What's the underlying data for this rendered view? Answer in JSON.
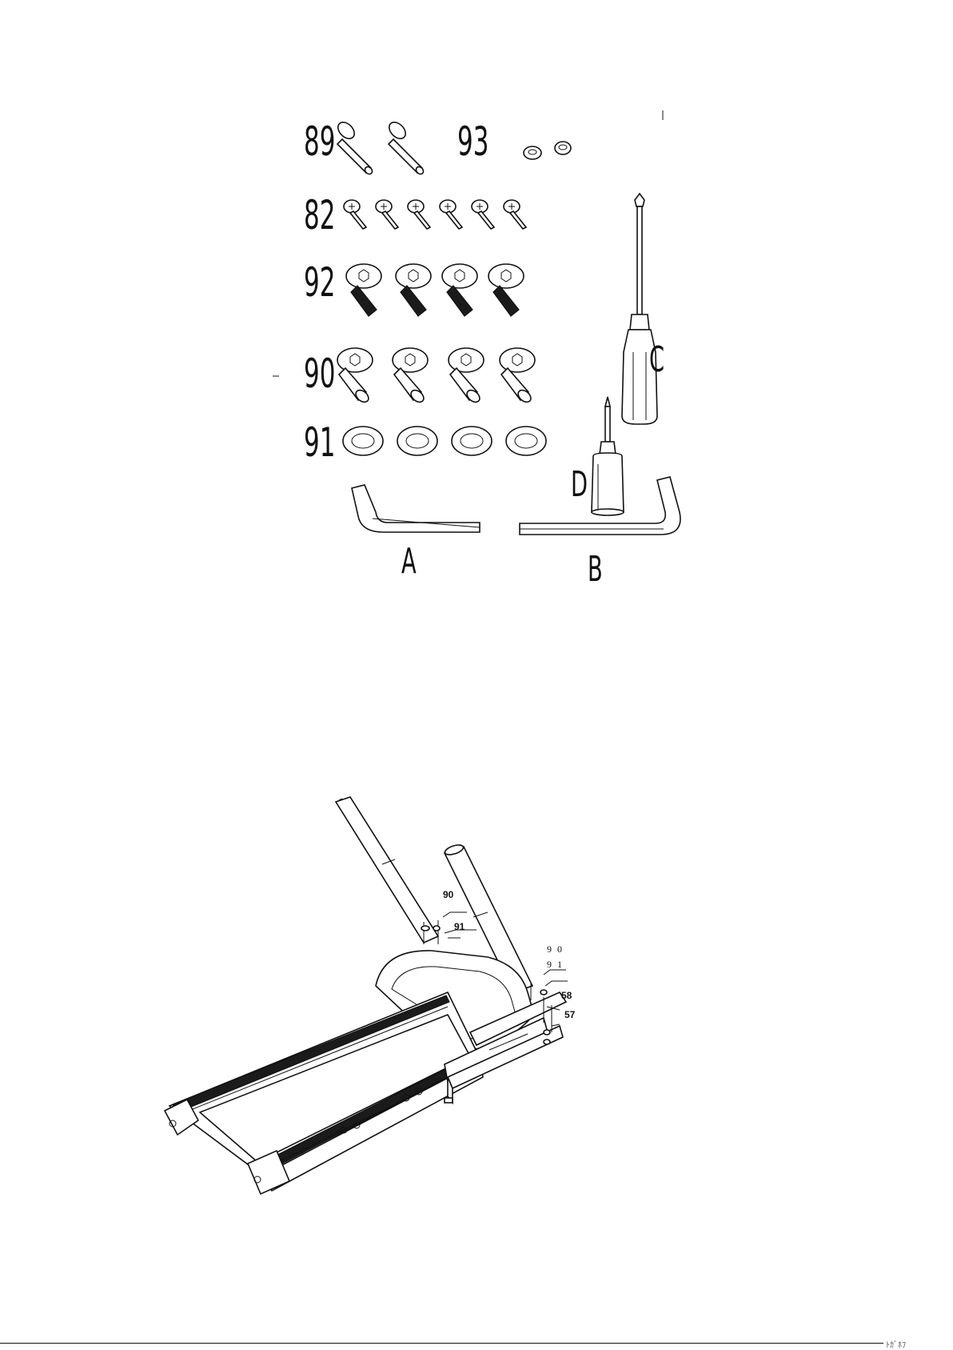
{
  "hardware": {
    "part_89": "89",
    "part_93": "93",
    "part_82": "82",
    "part_92": "92",
    "part_90": "90",
    "part_91": "91",
    "tool_a": "A",
    "tool_b": "B",
    "tool_c": "C",
    "tool_d": "D"
  },
  "assembly": {
    "callout_90_left": "90",
    "callout_91_left": "91",
    "callout_90_right": "9 0",
    "callout_91_right": "9 1",
    "callout_58": "58",
    "callout_57": "57"
  },
  "footer": {
    "text": "ﾄｶﾞﾎﾌ"
  }
}
